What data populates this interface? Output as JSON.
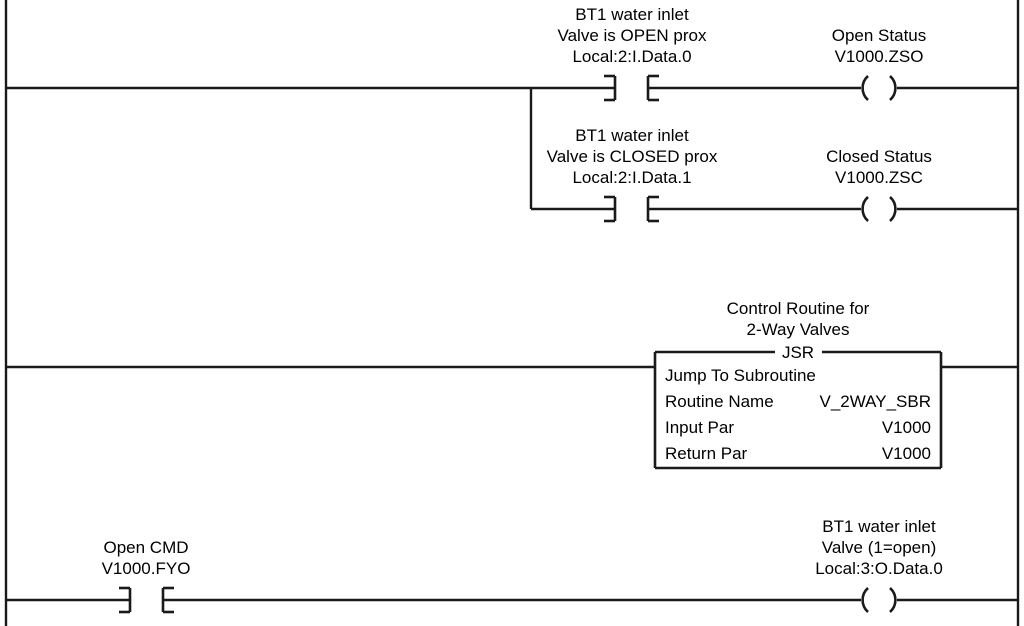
{
  "diagram": {
    "type": "ladder-logic",
    "title": "PLC Ladder Logic Rungs",
    "line_color": "#1a1a1a",
    "background_color": "#ffffff",
    "text_color": "#000000"
  },
  "rungs": [
    {
      "id": "rung-1",
      "branch": true,
      "elements": [
        {
          "kind": "xic-contact",
          "name": "open-prox-contact",
          "label_lines": [
            "BT1 water inlet",
            "Valve is OPEN prox",
            "Local:2:I.Data.0"
          ]
        },
        {
          "kind": "ote-coil",
          "name": "open-status-coil",
          "label_lines": [
            "Open Status",
            "V1000.ZSO"
          ]
        }
      ]
    },
    {
      "id": "rung-1-branch",
      "branch": false,
      "elements": [
        {
          "kind": "xic-contact",
          "name": "closed-prox-contact",
          "label_lines": [
            "BT1 water inlet",
            "Valve is CLOSED prox",
            "Local:2:I.Data.1"
          ]
        },
        {
          "kind": "ote-coil",
          "name": "closed-status-coil",
          "label_lines": [
            "Closed Status",
            "V1000.ZSC"
          ]
        }
      ]
    },
    {
      "id": "rung-2",
      "branch": false,
      "elements": [
        {
          "kind": "jsr-block",
          "name": "jsr-instruction",
          "title_lines": [
            "Control Routine for",
            "2-Way Valves"
          ],
          "mnemonic": "JSR",
          "description": "Jump To Subroutine",
          "operands": [
            {
              "key": "Routine Name",
              "value": "V_2WAY_SBR"
            },
            {
              "key": "Input Par",
              "value": "V1000"
            },
            {
              "key": "Return Par",
              "value": "V1000"
            }
          ]
        }
      ]
    },
    {
      "id": "rung-3",
      "branch": false,
      "elements": [
        {
          "kind": "xic-contact",
          "name": "open-cmd-contact",
          "label_lines": [
            "Open CMD",
            "V1000.FYO"
          ]
        },
        {
          "kind": "ote-coil",
          "name": "valve-output-coil",
          "label_lines": [
            "BT1 water inlet",
            "Valve (1=open)",
            "Local:3:O.Data.0"
          ]
        }
      ]
    }
  ],
  "labels": {
    "r1_contact": {
      "l1": "BT1 water inlet",
      "l2": "Valve is OPEN prox",
      "l3": "Local:2:I.Data.0"
    },
    "r1_coil": {
      "l1": "Open Status",
      "l2": "V1000.ZSO"
    },
    "r1b_contact": {
      "l1": "BT1 water inlet",
      "l2": "Valve is CLOSED prox",
      "l3": "Local:2:I.Data.1"
    },
    "r1b_coil": {
      "l1": "Closed Status",
      "l2": "V1000.ZSC"
    },
    "jsr": {
      "t1": "Control Routine for",
      "t2": "2-Way Valves",
      "mnemonic": "JSR",
      "desc": "Jump To Subroutine",
      "k1": "Routine Name",
      "v1": "V_2WAY_SBR",
      "k2": "Input Par",
      "v2": "V1000",
      "k3": "Return Par",
      "v3": "V1000"
    },
    "r3_contact": {
      "l1": "Open CMD",
      "l2": "V1000.FYO"
    },
    "r3_coil": {
      "l1": "BT1 water inlet",
      "l2": "Valve (1=open)",
      "l3": "Local:3:O.Data.0"
    }
  }
}
